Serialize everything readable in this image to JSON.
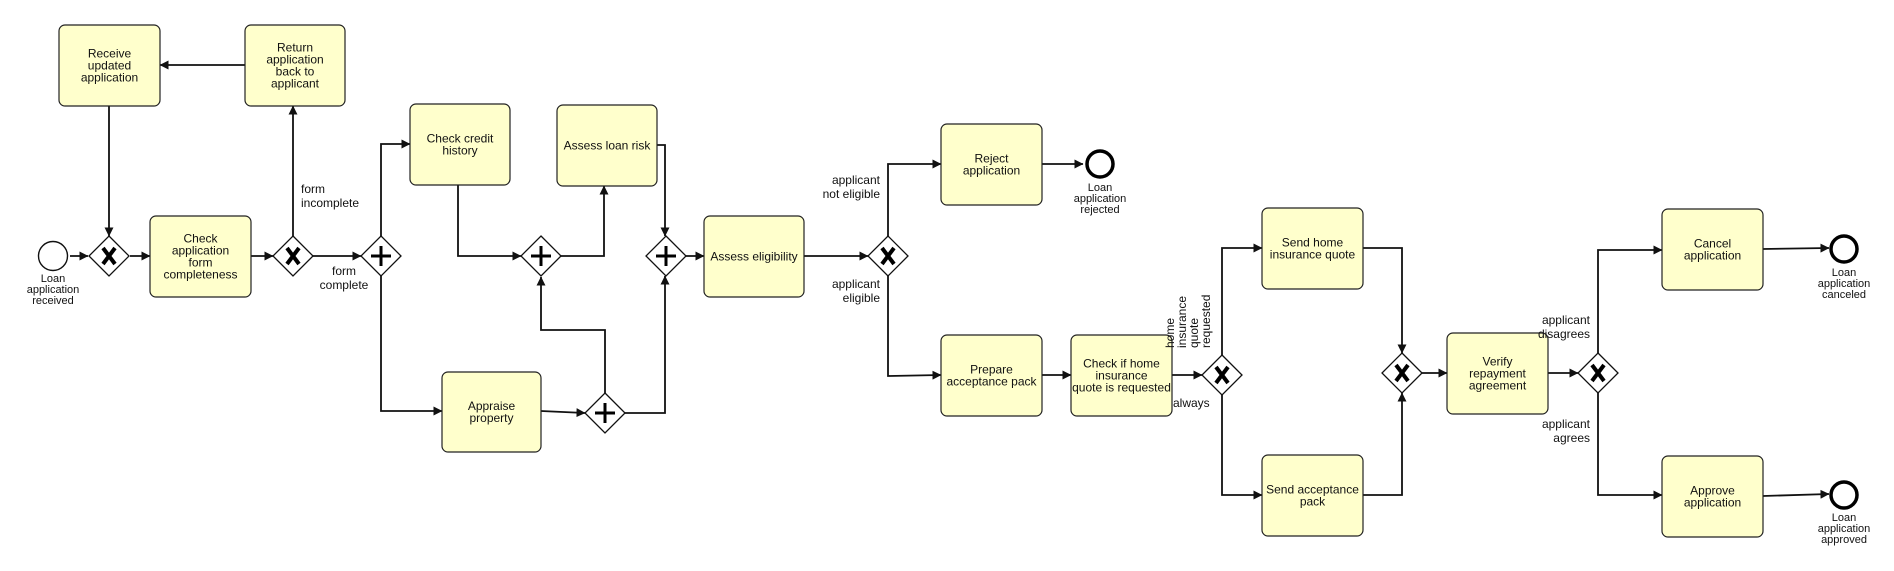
{
  "events": {
    "start": "Loan application received",
    "end_rejected": "Loan application rejected",
    "end_canceled": "Loan application canceled",
    "end_approved": "Loan application approved"
  },
  "tasks": {
    "receive_updated": "Receive updated application",
    "return_application": "Return application back to applicant",
    "check_completeness": "Check application form completeness",
    "check_credit": "Check credit history",
    "assess_risk": "Assess loan risk",
    "appraise_property": "Appraise property",
    "assess_eligibility": "Assess eligibility",
    "reject_application": "Reject application",
    "prepare_acceptance": "Prepare acceptance pack",
    "check_insurance": "Check if home insurance quote is requested",
    "send_insurance_quote": "Send home insurance quote",
    "send_acceptance": "Send acceptance pack",
    "verify_repayment": "Verify repayment agreement",
    "cancel_application": "Cancel application",
    "approve_application": "Approve application"
  },
  "gateways": {
    "merge_start": "exclusive",
    "completeness_split": "exclusive",
    "parallel_split": "parallel",
    "credit_split": "parallel",
    "property_split": "parallel",
    "eligibility_join": "parallel",
    "eligibility_split": "exclusive",
    "insurance_split": "exclusive",
    "insurance_join": "exclusive",
    "repayment_split": "exclusive"
  },
  "flow_labels": {
    "form_incomplete": "form incomplete",
    "form_complete": "form complete",
    "not_eligible": "applicant not eligible",
    "eligible": "applicant eligible",
    "quote_requested": "home insurance quote requested",
    "always": "always",
    "disagrees": "applicant disagrees",
    "agrees": "applicant agrees"
  },
  "colors": {
    "task_fill": "#ffffcc",
    "stroke": "#111111"
  }
}
